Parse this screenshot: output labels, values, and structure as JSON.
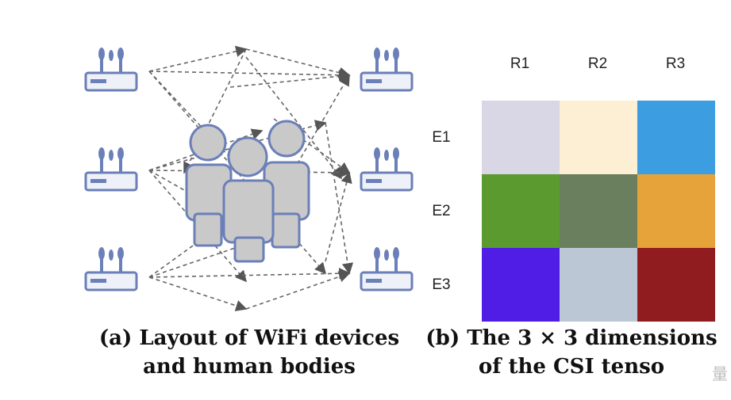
{
  "panel_a": {
    "caption_line1": "(a) Layout of WiFi devices",
    "caption_line2": "and human bodies",
    "router_icon": "wifi-router-icon",
    "people_icon": "group-of-people-icon",
    "colors": {
      "device": "#6b7fb8",
      "device_fill": "#eef1f8",
      "people_fill": "#c9c9c9",
      "people_stroke": "#6b7fb8",
      "arrow": "#666666"
    }
  },
  "panel_b": {
    "caption_line1": "The 3 × 3 dimensions",
    "caption_prefix": "(b)",
    "caption_line2": "of the CSI tenso",
    "columns": [
      "R1",
      "R2",
      "R3"
    ],
    "rows": [
      "E1",
      "E2",
      "E3"
    ],
    "cells": [
      [
        "#d9d6e5",
        "#fcefd4",
        "#3c9de0"
      ],
      [
        "#5a9a2e",
        "#697f5e",
        "#e6a33a"
      ],
      [
        "#4f1de6",
        "#bcc7d6",
        "#901c1f"
      ]
    ]
  },
  "watermark": "量"
}
